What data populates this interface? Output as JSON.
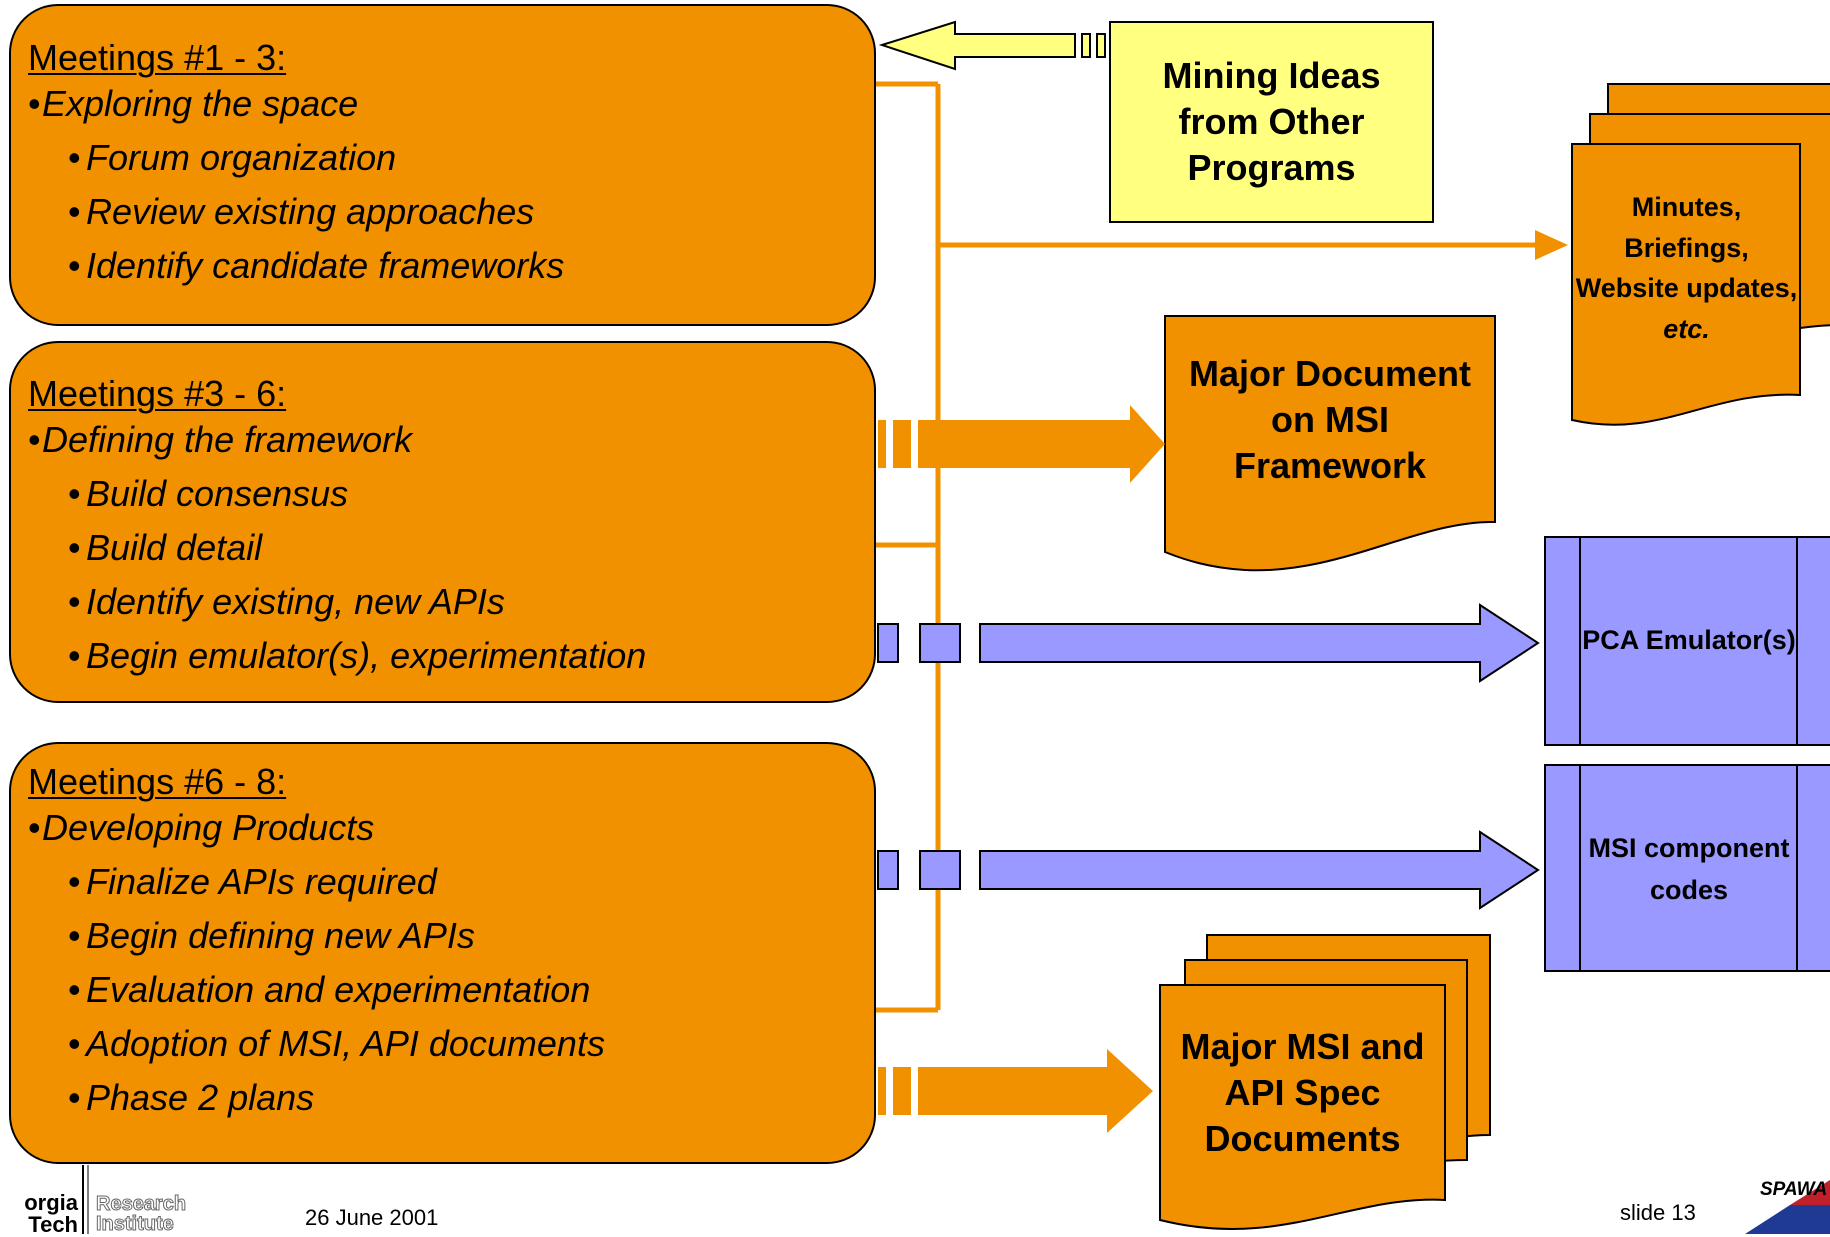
{
  "meetings": [
    {
      "title": "Meetings #1 - 3:",
      "main": "Exploring the space",
      "items": [
        "Forum organization",
        "Review existing approaches",
        "Identify candidate frameworks"
      ]
    },
    {
      "title": "Meetings #3 - 6:",
      "main": "Defining the framework",
      "items": [
        "Build consensus",
        "Build detail",
        "Identify existing, new APIs",
        "Begin emulator(s), experimentation"
      ]
    },
    {
      "title": "Meetings #6 - 8:",
      "main": "Developing Products",
      "items": [
        "Finalize APIs required",
        "Begin defining new APIs",
        "Evaluation and experimentation",
        "Adoption of MSI, API documents",
        "Phase 2 plans"
      ]
    }
  ],
  "mining": {
    "text": "Mining Ideas from Other Programs"
  },
  "outputs": {
    "minutes": {
      "text": "Minutes, Briefings, Website updates,",
      "italic": "etc."
    },
    "major_doc": {
      "text": "Major Document on MSI Framework"
    },
    "pca": {
      "text": "PCA Emulator(s)"
    },
    "msi_codes": {
      "text": "MSI component codes"
    },
    "spec_docs": {
      "text": "Major MSI and API Spec Documents"
    }
  },
  "footer": {
    "date": "26 June 2001",
    "slide": "slide 13",
    "logo_left_a": "orgia",
    "logo_left_b": "Tech",
    "logo_left_c": "Research",
    "logo_left_d": "Institute",
    "logo_right": "SPAWA"
  },
  "colors": {
    "orange": "#f29100",
    "yellow": "#ffff80",
    "purple": "#9999ff",
    "line": "#f29100"
  }
}
